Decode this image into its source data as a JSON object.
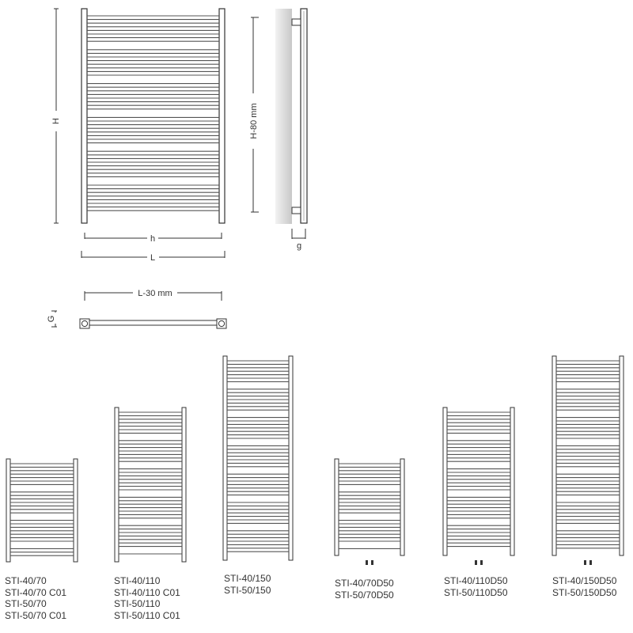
{
  "dimensions": {
    "H": "H",
    "H_minus": "H-80 mm",
    "h": "h",
    "L": "L",
    "g": "g",
    "L_minus": "L-30 mm",
    "G": "G"
  },
  "models": [
    {
      "lines": [
        "STI-40/70",
        "STI-40/70 C01",
        "STI-50/70",
        "STI-50/70 C01"
      ]
    },
    {
      "lines": [
        "STI-40/110",
        "STI-40/110 C01",
        "STI-50/110",
        "STI-50/110 C01"
      ]
    },
    {
      "lines": [
        "STI-40/150",
        "STI-50/150"
      ]
    },
    {
      "lines": [
        "STI-40/70D50",
        "STI-50/70D50"
      ]
    },
    {
      "lines": [
        "STI-40/110D50",
        "STI-50/110D50"
      ]
    },
    {
      "lines": [
        "STI-40/150D50",
        "STI-50/150D50"
      ]
    }
  ],
  "colors": {
    "line": "#333333",
    "rail": "#555555",
    "wall": "#d8d8d8"
  }
}
